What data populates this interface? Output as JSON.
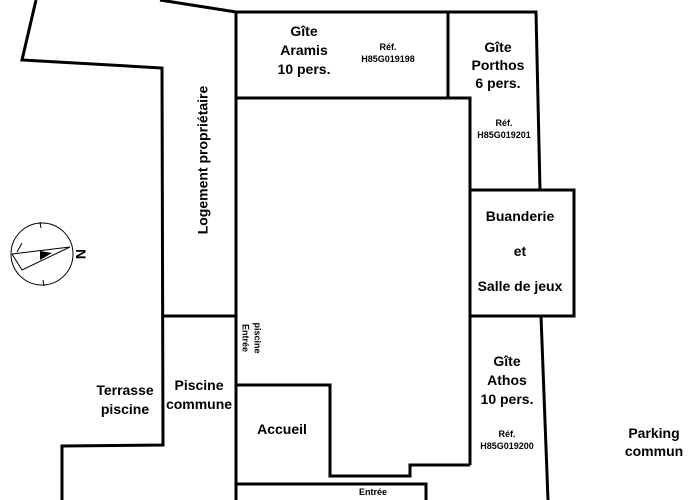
{
  "rooms": {
    "aramis": {
      "line1": "Gîte",
      "line2": "Aramis",
      "line3": "10 pers.",
      "ref_label": "Réf.",
      "ref_code": "H85G019198"
    },
    "porthos": {
      "line1": "Gîte",
      "line2": "Porthos",
      "line3": "6 pers.",
      "ref_label": "Réf.",
      "ref_code": "H85G019201"
    },
    "athos": {
      "line1": "Gîte",
      "line2": "Athos",
      "line3": "10 pers.",
      "ref_label": "Réf.",
      "ref_code": "H85G019200"
    },
    "logement": "Logement propriétaire",
    "buanderie": {
      "line1": "Buanderie",
      "line2": "et",
      "line3": "Salle de jeux"
    },
    "piscine": {
      "line1": "Piscine",
      "line2": "commune"
    },
    "terrasse": {
      "line1": "Terrasse",
      "line2": "piscine"
    },
    "accueil": "Accueil",
    "entree_piscine": {
      "line1": "Entrée",
      "line2": "piscine"
    },
    "entree": "Entrée",
    "parking": {
      "line1": "Parking",
      "line2": "commun"
    }
  },
  "compass": {
    "north_letter": "N"
  },
  "colors": {
    "ink": "#000000",
    "background": "#ffffff"
  }
}
